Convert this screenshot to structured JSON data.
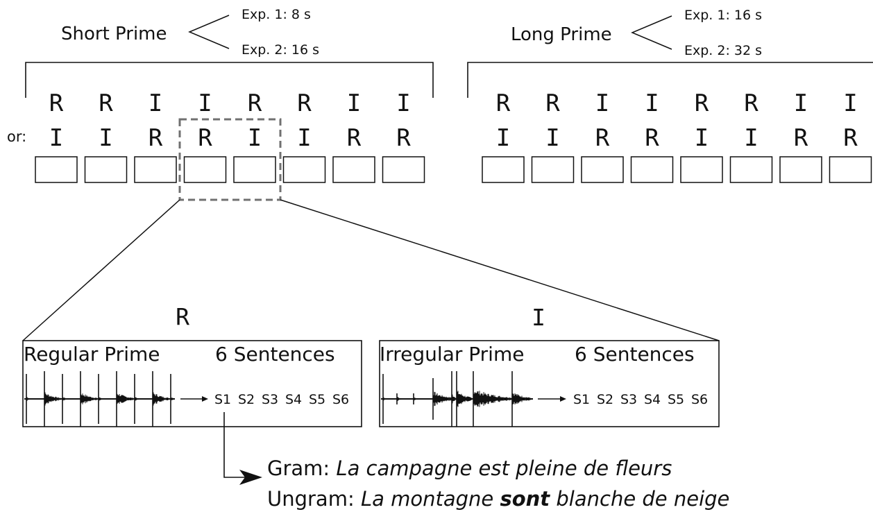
{
  "short_prime": {
    "label": "Short Prime",
    "exp1": "Exp. 1: 8 s",
    "exp2": "Exp. 2: 16 s",
    "order_a": [
      "R",
      "R",
      "I",
      "I",
      "R",
      "R",
      "I",
      "I"
    ],
    "order_b": [
      "I",
      "I",
      "R",
      "R",
      "I",
      "I",
      "R",
      "R"
    ]
  },
  "long_prime": {
    "label": "Long Prime",
    "exp1": "Exp. 1: 16 s",
    "exp2": "Exp. 2: 32 s",
    "order_a": [
      "R",
      "R",
      "I",
      "I",
      "R",
      "R",
      "I",
      "I"
    ],
    "order_b": [
      "I",
      "I",
      "R",
      "R",
      "I",
      "I",
      "R",
      "R"
    ]
  },
  "or_label": "or:",
  "regular_block": {
    "letter": "R",
    "title": "Regular Prime",
    "sentences_title": "6 Sentences",
    "sentences": [
      "S1",
      "S2",
      "S3",
      "S4",
      "S5",
      "S6"
    ]
  },
  "irregular_block": {
    "letter": "I",
    "title": "Irregular Prime",
    "sentences_title": "6 Sentences",
    "sentences": [
      "S1",
      "S2",
      "S3",
      "S4",
      "S5",
      "S6"
    ]
  },
  "examples": {
    "gram_label": "Gram:",
    "gram_text": "La campagne est pleine de fleurs",
    "ungram_label": "Ungram:",
    "ungram_before": "La montagne",
    "ungram_bold": "sont",
    "ungram_after": "blanche de neige"
  },
  "colors": {
    "line": "#111111",
    "highlight_dash": "#707070"
  }
}
